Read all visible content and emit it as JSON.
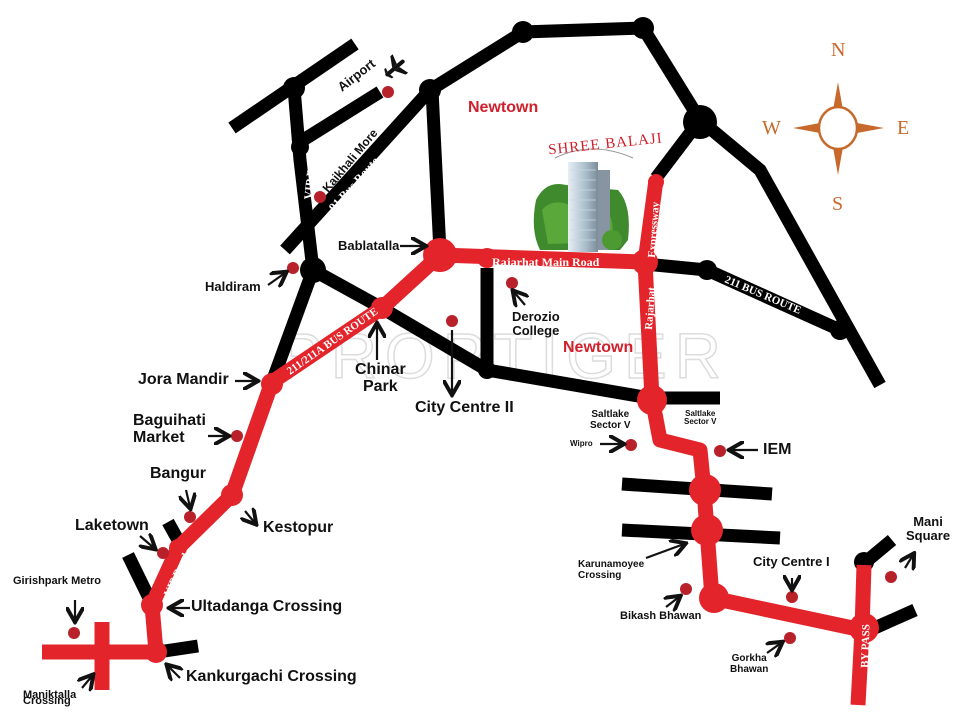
{
  "map": {
    "project": "SHREE BALAJI",
    "watermark": "PROPTIGER",
    "colors": {
      "main_road": "#e3242b",
      "other_road": "#000000",
      "landmark_dot": "#b8202a",
      "compass": "#c8692c",
      "area_label": "#d0202c"
    },
    "compass": {
      "n": "N",
      "s": "S",
      "e": "E",
      "w": "W"
    },
    "areas": [
      "Newtown",
      "Newtown"
    ],
    "roads": {
      "vip_road": "VIP Road",
      "bus_91": "91 Bus Route",
      "bus_211_211a": "211/211A BUS ROUTE",
      "rajarhat_main": "Rajarhat Main Road",
      "rajarhat_expressway_top": "Expressway",
      "rajarhat_expressway_bottom": "Rajarhat",
      "bus_211": "211 BUS ROUTE",
      "by_pass": "BY PASS"
    },
    "landmarks": {
      "airport": "Airport",
      "kaikhali_more": "Kaikhali More",
      "haldiram": "Haldiram",
      "bablatalla": "Bablatalla",
      "derozio_line1": "Derozio",
      "derozio_line2": "College",
      "chinar_line1": "Chinar",
      "chinar_line2": "Park",
      "city_centre_2": "City Centre II",
      "jora_mandir": "Jora Mandir",
      "baguihati_line1": "Baguihati",
      "baguihati_line2": "Market",
      "bangur": "Bangur",
      "kestopur": "Kestopur",
      "laketown": "Laketown",
      "girishpark": "Girishpark Metro",
      "ultadanga": "Ultadanga Crossing",
      "kankurgachi": "Kankurgachi Crossing",
      "maniktalla": "Maniktalla",
      "maniktalla_sub": "Crossing",
      "saltlake_left_line1": "Saltlake",
      "saltlake_left_line2": "Sector V",
      "saltlake_right_line1": "Saltlake",
      "saltlake_right_line2": "Sector V",
      "wipro": "Wipro",
      "iem": "IEM",
      "karunamoyee_line1": "Karunamoyee",
      "karunamoyee_line2": "Crossing",
      "bikash_bhawan": "Bikash Bhawan",
      "city_centre_1": "City Centre I",
      "gorkha_line1": "Gorkha",
      "gorkha_line2": "Bhawan",
      "mani_line1": "Mani",
      "mani_line2": "Square"
    }
  }
}
